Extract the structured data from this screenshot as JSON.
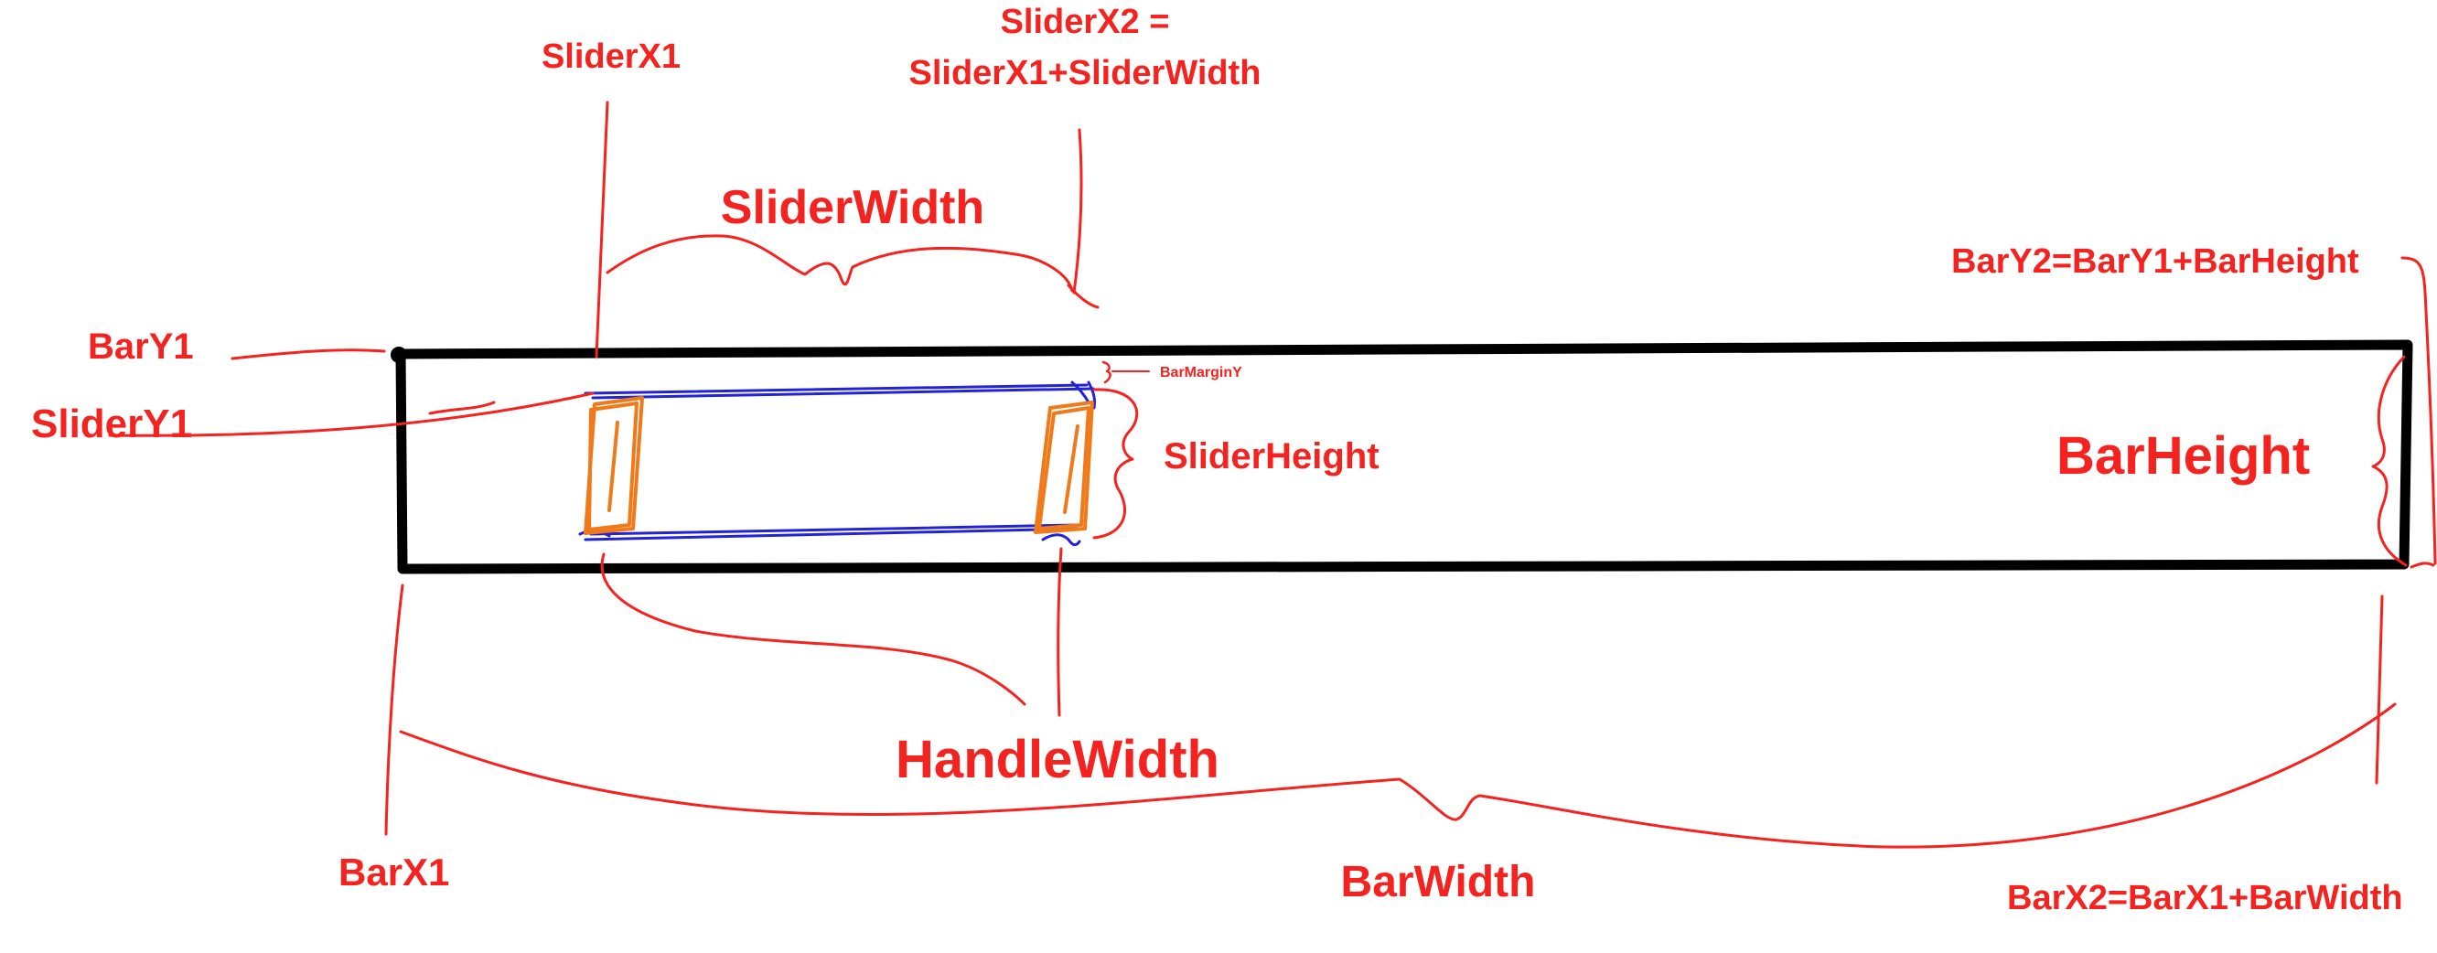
{
  "diagram": {
    "labels": {
      "slider_x1": "SliderX1",
      "slider_x2_line1": "SliderX2 =",
      "slider_x2_line2": "SliderX1+SliderWidth",
      "slider_width": "SliderWidth",
      "bar_y2": "BarY2=BarY1+BarHeight",
      "bar_y1": "BarY1",
      "slider_y1": "SliderY1",
      "bar_margin_y": "BarMarginY",
      "slider_height": "SliderHeight",
      "bar_height": "BarHeight",
      "handle_width": "HandleWidth",
      "bar_x1": "BarX1",
      "bar_width": "BarWidth",
      "bar_x2": "BarX2=BarX1+BarWidth"
    },
    "colors": {
      "annotation": "#f4231f",
      "bar_outline": "#000000",
      "slider_outline": "#2222d8",
      "handle": "#f07a1a"
    }
  }
}
